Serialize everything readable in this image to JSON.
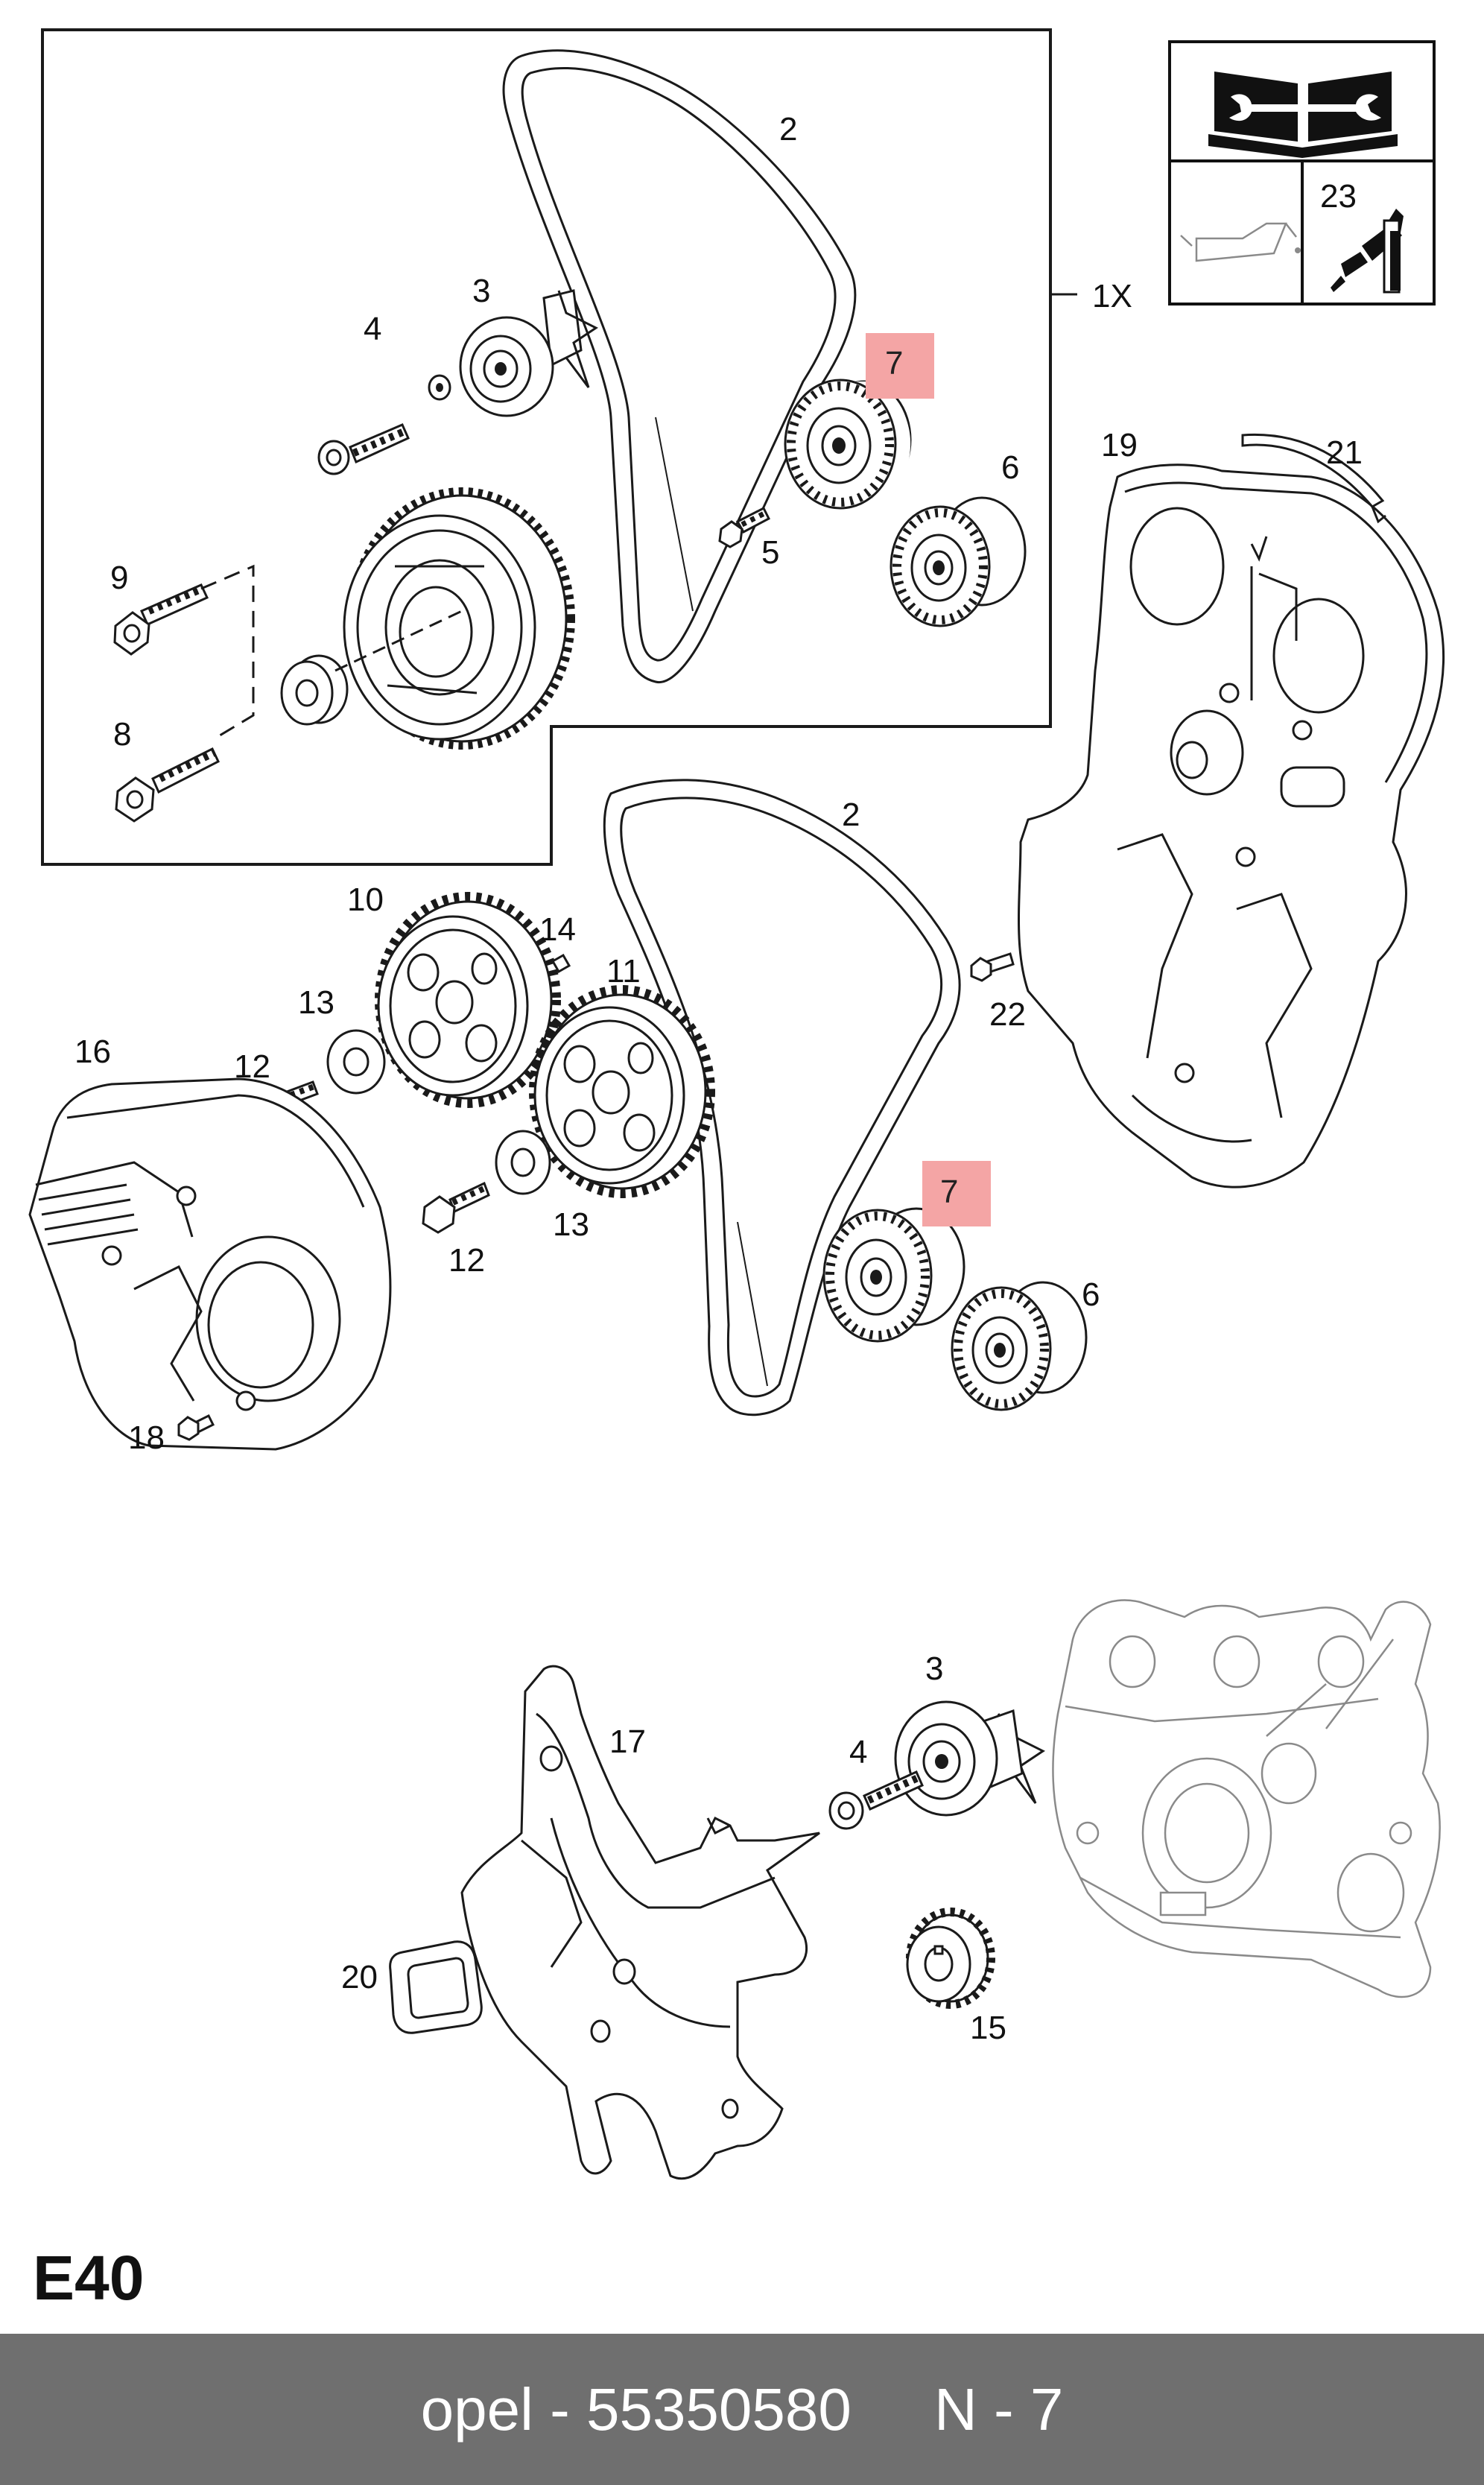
{
  "diagram": {
    "section_code": "E40",
    "quantity_note": "1X",
    "callouts": {
      "c2_top": "2",
      "c3_top": "3",
      "c4_top": "4",
      "c5": "5",
      "c6_top": "6",
      "c7_top": "7",
      "c8": "8",
      "c9": "9",
      "c19": "19",
      "c21": "21",
      "c23": "23",
      "c2_mid": "2",
      "c10": "10",
      "c14": "14",
      "c11": "11",
      "c13_upper": "13",
      "c16": "16",
      "c12_upper": "12",
      "c22": "22",
      "c7_mid": "7",
      "c6_mid": "6",
      "c12_lower": "12",
      "c13_lower": "13",
      "c18": "18",
      "c3_bottom": "3",
      "c17": "17",
      "c4_bottom": "4",
      "c20": "20",
      "c15": "15"
    },
    "highlighted_part": "7",
    "highlight_color": "#f4a5a5",
    "icons": [
      "service-manual-icon",
      "oil-can-icon",
      "sealant-tube-icon"
    ]
  },
  "footer": {
    "brand": "opel",
    "part_number": "55350580",
    "reference": "N - 7",
    "text": "opel - 55350580     N - 7",
    "bar_color": "#6f6f6f"
  }
}
